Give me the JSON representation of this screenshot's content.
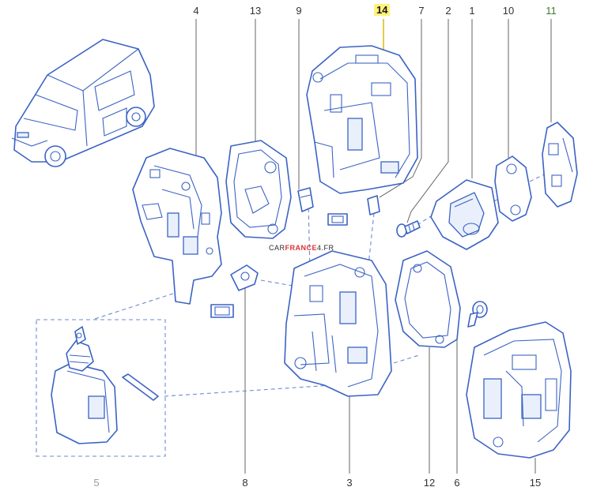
{
  "diagram": {
    "labels": [
      {
        "id": "4",
        "text": "4"
      },
      {
        "id": "13",
        "text": "13"
      },
      {
        "id": "9",
        "text": "9"
      },
      {
        "id": "14",
        "text": "14"
      },
      {
        "id": "7",
        "text": "7"
      },
      {
        "id": "2",
        "text": "2"
      },
      {
        "id": "1",
        "text": "1"
      },
      {
        "id": "10",
        "text": "10"
      },
      {
        "id": "11",
        "text": "11"
      },
      {
        "id": "5",
        "text": "5"
      },
      {
        "id": "8",
        "text": "8"
      },
      {
        "id": "3",
        "text": "3"
      },
      {
        "id": "12",
        "text": "12"
      },
      {
        "id": "6",
        "text": "6"
      },
      {
        "id": "15",
        "text": "15"
      }
    ],
    "highlighted_label": "14",
    "watermark": {
      "prefix": "CAR",
      "brand": "FRANCE",
      "suffix": "4.FR"
    }
  },
  "colors": {
    "line": "#3b63c4",
    "highlight": "#fff27a",
    "leader": "#555555"
  }
}
